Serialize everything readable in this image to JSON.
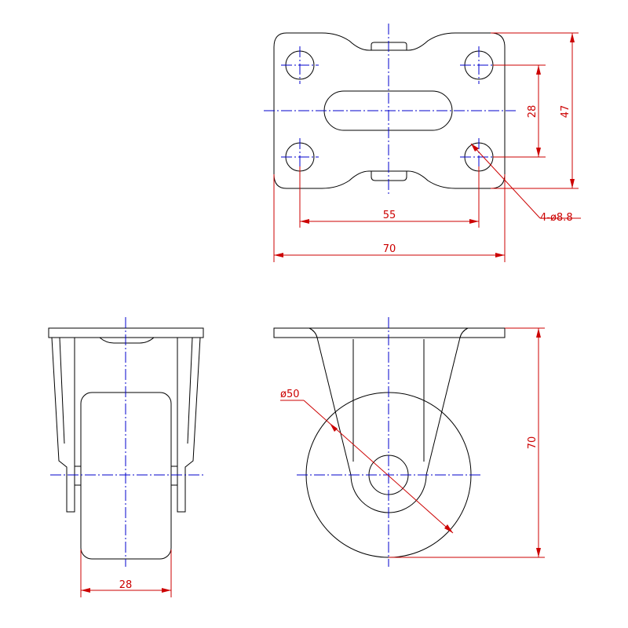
{
  "drawing": {
    "dimensions": {
      "plate_hole_spacing_y": "28",
      "plate_height": "47",
      "plate_hole_spacing_x": "55",
      "plate_width": "70",
      "plate_holes": "4-ø8.8",
      "overall_height": "70",
      "wheel_diameter": "ø50",
      "wheel_width": "28"
    }
  }
}
